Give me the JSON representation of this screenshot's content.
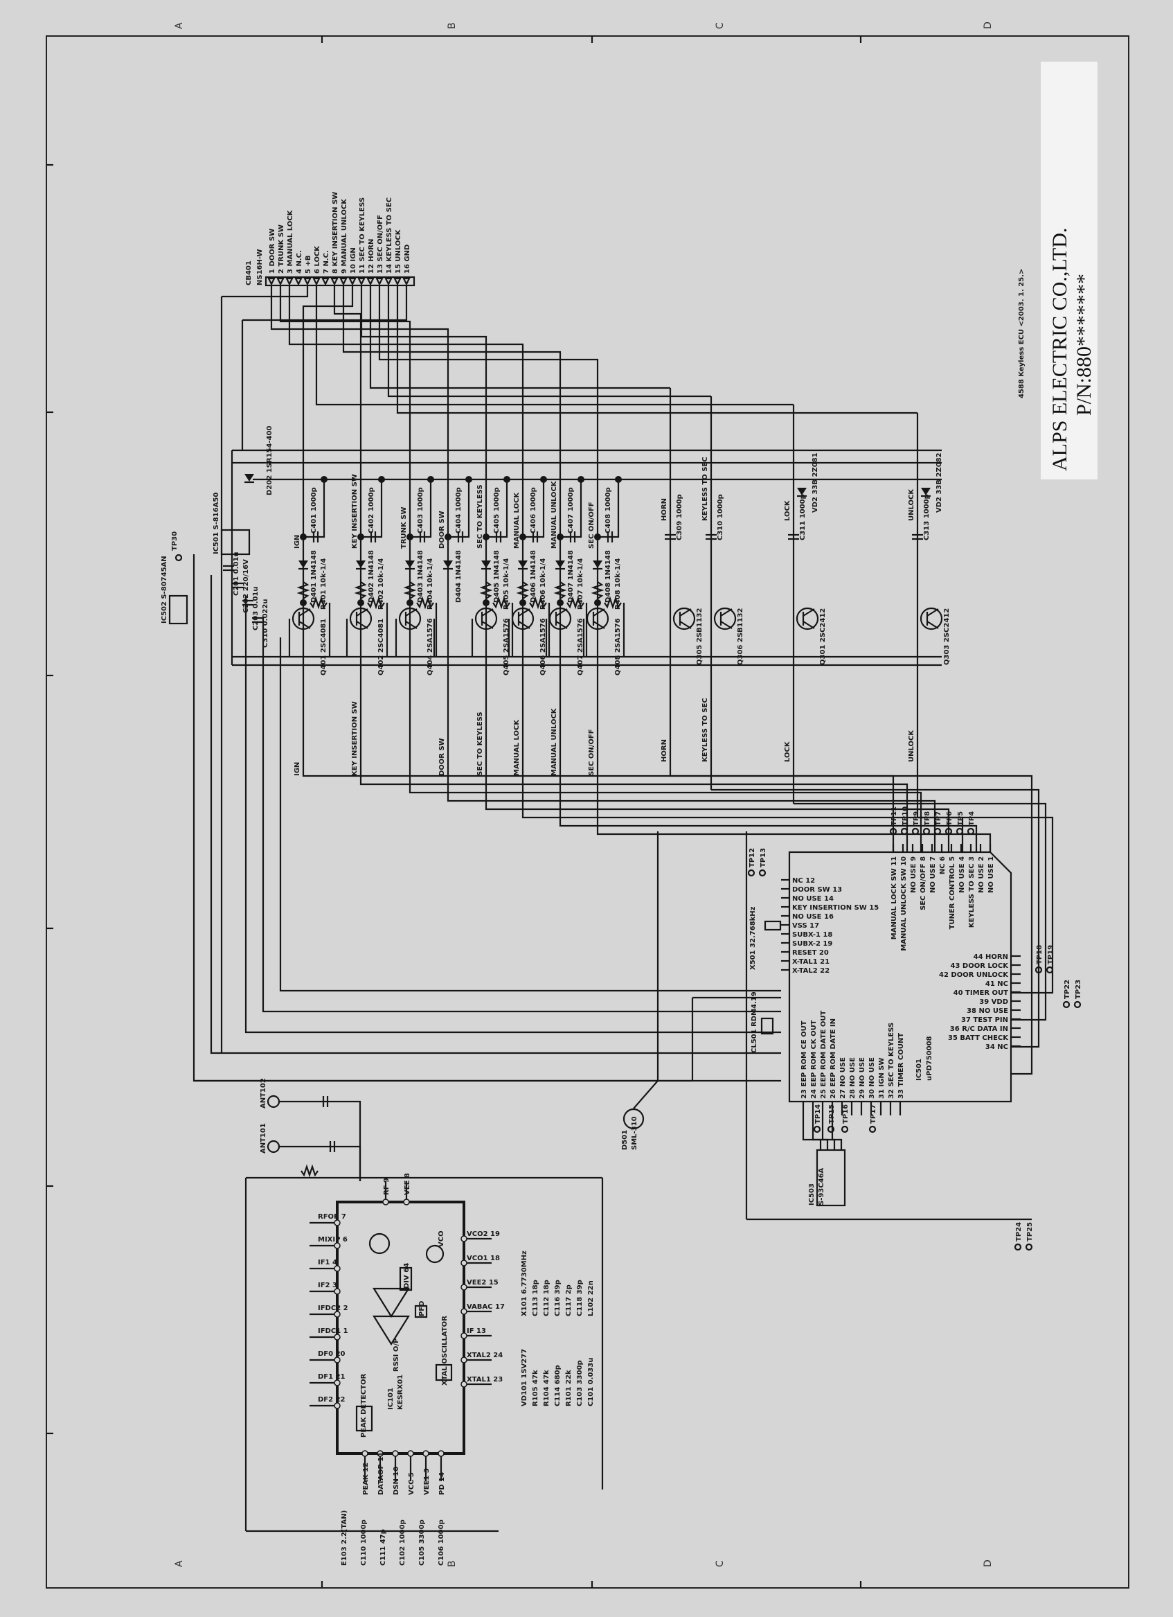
{
  "title_label": {
    "company": "ALPS ELECTRIC CO.,LTD.",
    "part_number": "P/N:880*******"
  },
  "drawing_note": "4588 Keyless ECU <2003. 1. 25.>",
  "grid": {
    "columns": [
      "A",
      "B",
      "C",
      "D"
    ]
  },
  "connector": {
    "ref": "CB401",
    "type": "NS16H-W",
    "pins": [
      "1 DOOR SW",
      "2 TRUNK SW",
      "3 MANUAL LOCK",
      "4 N.C.",
      "5 +B",
      "6 LOCK",
      "7 N.C.",
      "8 KEY INSERTION SW",
      "9 MANUAL UNLOCK",
      "10 IGN",
      "11 SEC TO KEYLESS",
      "12 HORN",
      "13 SEC ON/OFF",
      "14 KEYLESS TO SEC",
      "15 UNLOCK",
      "16 GND"
    ]
  },
  "inputs": [
    {
      "label": "IGN",
      "top": "IGN",
      "cap": "C401 1000p",
      "diode": "D401 1N4148",
      "res": "R401 10k-1/4",
      "tr": "Q401 2SC4081"
    },
    {
      "label": "KEY INSERTION SW",
      "top": "KEY INSERTION SW",
      "cap": "C402 1000p",
      "diode": "D402 1N4148",
      "res": "R402 10k-1/4",
      "tr": "Q402 2SC4081"
    },
    {
      "label": "",
      "top": "TRUNK SW",
      "cap": "C403 1000p",
      "diode": "D403 1N4148",
      "res": "R404 10k-1/4",
      "tr": "Q404 2SA1576"
    },
    {
      "label": "DOOR SW",
      "top": "DOOR SW",
      "cap": "C404 1000p",
      "diode": "D404 1N4148",
      "res": "",
      "tr": ""
    },
    {
      "label": "SEC TO KEYLESS",
      "top": "SEC TO KEYLESS",
      "cap": "C405 1000p",
      "diode": "D405 1N4148",
      "res": "R405 10k-1/4",
      "tr": "Q405 2SA1576"
    },
    {
      "label": "MANUAL LOCK",
      "top": "MANUAL LOCK",
      "cap": "C406 1000p",
      "diode": "D406 1N4148",
      "res": "R406 10k-1/4",
      "tr": "Q406 2SA1576"
    },
    {
      "label": "MANUAL UNLOCK",
      "top": "MANUAL UNLOCK",
      "cap": "C407 1000p",
      "diode": "D407 1N4148",
      "res": "R407 10k-1/4",
      "tr": "Q407 2SA1576"
    },
    {
      "label": "SEC ON/OFF",
      "top": "SEC ON/OFF",
      "cap": "C408 1000p",
      "diode": "D408 1N4148",
      "res": "R408 10k-1/4",
      "tr": "Q408 2SA1576"
    }
  ],
  "outputs": [
    {
      "label": "HORN",
      "cap": "C309 1000p",
      "tr": "Q305 2SB1132"
    },
    {
      "label": "KEYLESS TO SEC",
      "cap": "C310 1000p",
      "tr": "Q306 2SB1132"
    },
    {
      "label": "LOCK",
      "cap": "C311 1000p",
      "tr": "Q301 2SC2412",
      "diode": "VD2 33B 2Z081"
    },
    {
      "label": "UNLOCK",
      "cap": "C313 1000p",
      "tr": "Q303 2SC2412",
      "diode": "VD2 33B 2Z082"
    }
  ],
  "power": {
    "regulator": "IC501 S-816A50",
    "ic502": "IC502 S-80745AN",
    "diode": "D202 1SR154-400",
    "caps": [
      "C201 0.01u",
      "C202 220/16V",
      "C203 0.01u",
      "C310 0.022u"
    ],
    "tp": "TP30"
  },
  "mcu": {
    "ref": "IC501",
    "part": "uPD750008",
    "top_pins": [
      "NO USE 1",
      "NO USE 2",
      "KEYLESS TO SEC 3",
      "NO USE 4",
      "TUNER CONTROL 5",
      "NC 6",
      "NO USE 7",
      "SEC ON/OFF 8",
      "NO USE 9",
      "MANUAL UNLOCK SW 10",
      "MANUAL LOCK SW 11"
    ],
    "left_pins": [
      "NC 12",
      "DOOR SW 13",
      "NO USE 14",
      "KEY INSERTION SW 15",
      "NO USE 16",
      "VSS 17",
      "SUBX-1 18",
      "SUBX-2 19",
      "RESET 20",
      "X-TAL1 21",
      "X-TAL2 22"
    ],
    "bottom_pins": [
      "23 EEP ROM CE OUT",
      "24 EEP ROM CK OUT",
      "25 EEP ROM DATE OUT",
      "26 EEP ROM DATE IN",
      "27 NO USE",
      "28 NO USE",
      "29 NO USE",
      "30 NO USE",
      "31 IGN SW",
      "32 SEC TO KEYLESS",
      "33 TIMER COUNT"
    ],
    "right_pins": [
      "34 NC",
      "35 BATT CHECK",
      "36 R/C DATA IN",
      "37 TEST PIN",
      "38 NO USE",
      "39 VDD",
      "40 TIMER OUT",
      "41 NC",
      "42 DOOR UNLOCK",
      "43 DOOR LOCK",
      "44 HORN"
    ],
    "crystal": "X501 32.768kHz",
    "osc": "CL501 RDM4.19",
    "test_points": [
      "TP11",
      "TP10",
      "TP9",
      "TP8",
      "TP7",
      "TP6",
      "TP5",
      "TP4",
      "TP12",
      "TP13",
      "TP14",
      "TP15",
      "TP16",
      "TP17",
      "TP18",
      "TP19",
      "TP22",
      "TP23",
      "TP24",
      "TP25"
    ]
  },
  "eeprom": {
    "ref": "IC503",
    "part": "S-93C46A"
  },
  "led": {
    "ref": "D501",
    "part": "SML-310"
  },
  "rf": {
    "ref": "IC101",
    "part": "KESRX01",
    "antennas": [
      "ANT101",
      "ANT102"
    ],
    "pins": [
      "RFOP 7",
      "MIXIP 6",
      "IF1 4",
      "IF2 3",
      "IFDC2 2",
      "IFDC1 1",
      "DF0 20",
      "DF1 21",
      "DF2 22",
      "PEAK 12",
      "DATAOP 11",
      "DSN 10",
      "VCC 5",
      "VEE1 3",
      "PD 14",
      "XTAL1 23",
      "XTAL2 24",
      "IF 13",
      "VABAC 17",
      "VEE2 15",
      "VCO1 18",
      "VCO2 19",
      "RF 9",
      "VEE 8"
    ],
    "blocks": [
      "PEAK DETECTOR",
      "RSSI O/P",
      "DIV 64",
      "PFD",
      "XTAL OSCILLATOR",
      "VCO"
    ],
    "parts": [
      "X101 6.7730MHz",
      "C113 18p",
      "C112 18p",
      "C116 39p",
      "C117 2p",
      "C118 39p",
      "L102 22n",
      "VD101 1SV277",
      "R105 47k",
      "R104 47k",
      "C114 680p",
      "R101 22k",
      "C103 3300p",
      "C101 0.033u",
      "E103 2.2(TAN)",
      "C110 1000p",
      "C111 47p",
      "C102 1000p",
      "C105 3300p",
      "C106 1000p"
    ]
  }
}
